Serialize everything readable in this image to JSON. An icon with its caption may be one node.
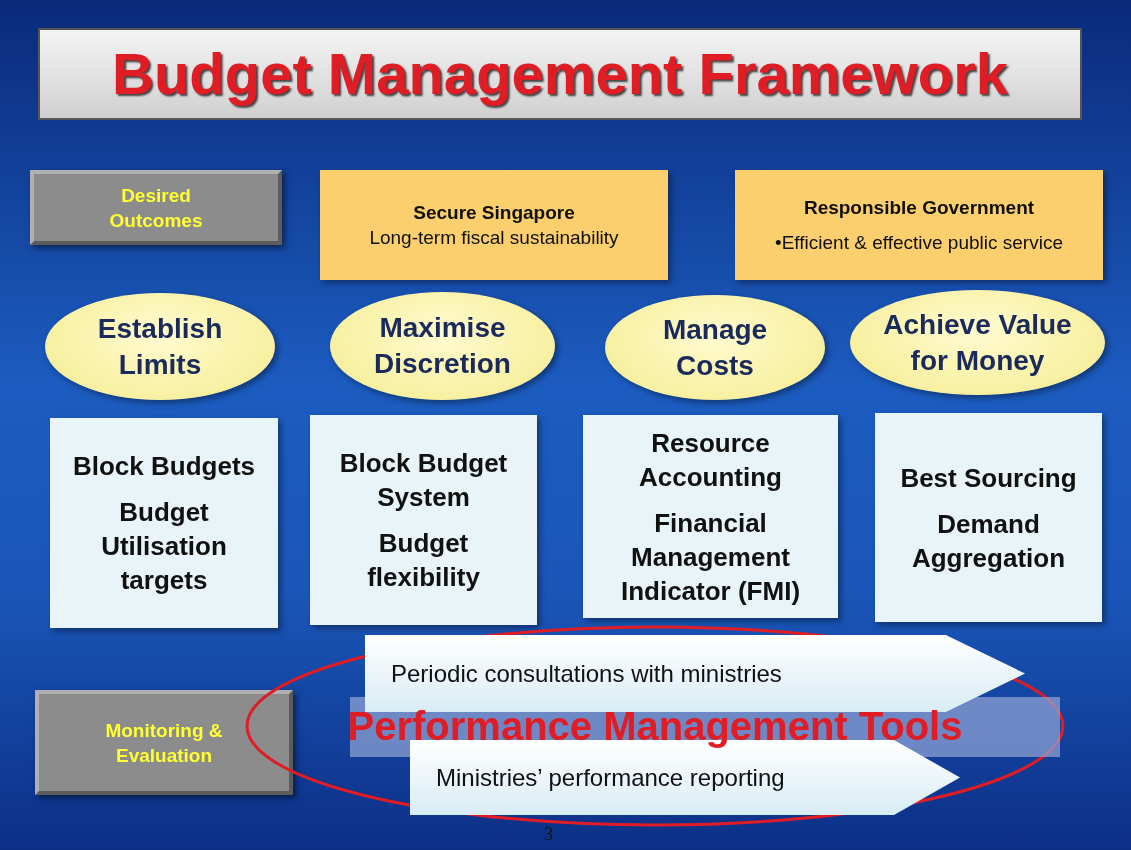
{
  "diagram": {
    "title": "Budget Management Framework",
    "nodes": [
      {
        "text": [
          "Desired Outcomes"
        ]
      },
      {
        "text": [
          "Secure Singapore",
          "Long-term fiscal sustainability"
        ]
      },
      {
        "text": [
          "Responsible Government",
          "•Efficient & effective public service"
        ]
      },
      {
        "text": [
          "Establish Limits"
        ]
      },
      {
        "text": [
          "Maximise Discretion"
        ]
      },
      {
        "text": [
          "Manage Costs"
        ]
      },
      {
        "text": [
          "Achieve Value for Money"
        ]
      },
      {
        "text": [
          "Block Budgets",
          "Budget Utilisation targets"
        ]
      },
      {
        "text": [
          "Block Budget System",
          "Budget flexibility"
        ]
      },
      {
        "text": [
          "Resource Accounting",
          "Financial Management Indicator (FMI)"
        ]
      },
      {
        "text": [
          "Best Sourcing",
          "Demand Aggregation"
        ]
      },
      {
        "text": [
          "Monitoring & Evaluation"
        ]
      },
      {
        "text": [
          "Periodic consultations with ministries"
        ],
        "in": 14
      },
      {
        "text": [
          "Ministries’ performance reporting"
        ],
        "in": 14
      },
      {
        "text": [
          "Performance Management Tools"
        ]
      }
    ],
    "labels": [
      "3"
    ]
  }
}
